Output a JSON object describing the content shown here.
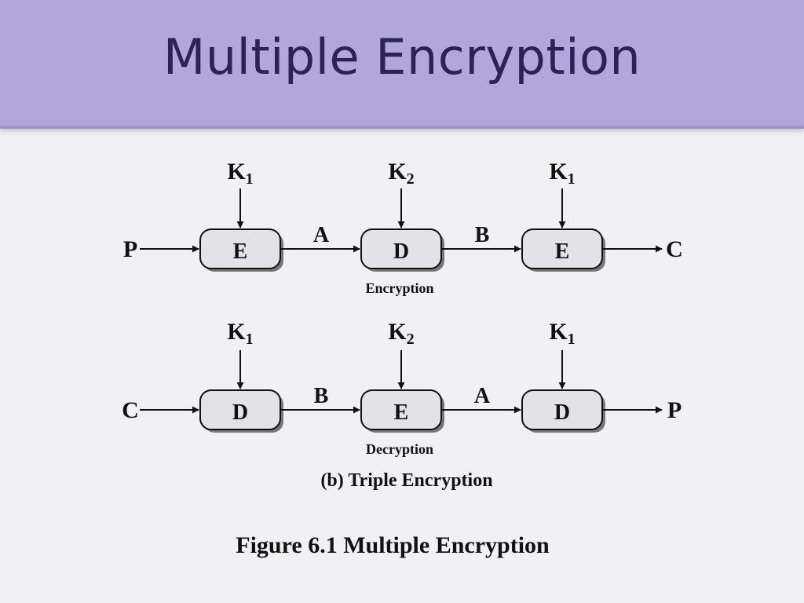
{
  "slide": {
    "title": "Multiple Encryption",
    "caption": "Figure 6.1 Multiple Encryption"
  },
  "diagram": {
    "part_label": "(b) Triple Encryption",
    "encryption": {
      "label": "Encryption",
      "input": "P",
      "output": "C",
      "stages": [
        {
          "op": "E",
          "key": "K",
          "key_sub": "1"
        },
        {
          "op": "D",
          "key": "K",
          "key_sub": "2"
        },
        {
          "op": "E",
          "key": "K",
          "key_sub": "1"
        }
      ],
      "intermediates": [
        "A",
        "B"
      ]
    },
    "decryption": {
      "label": "Decryption",
      "input": "C",
      "output": "P",
      "stages": [
        {
          "op": "D",
          "key": "K",
          "key_sub": "1"
        },
        {
          "op": "E",
          "key": "K",
          "key_sub": "2"
        },
        {
          "op": "D",
          "key": "K",
          "key_sub": "1"
        }
      ],
      "intermediates": [
        "B",
        "A"
      ]
    }
  },
  "colors": {
    "header": "#b2a7dd",
    "title": "#2b2356",
    "box_fill": "#e3e3e6",
    "ink": "#111111"
  }
}
